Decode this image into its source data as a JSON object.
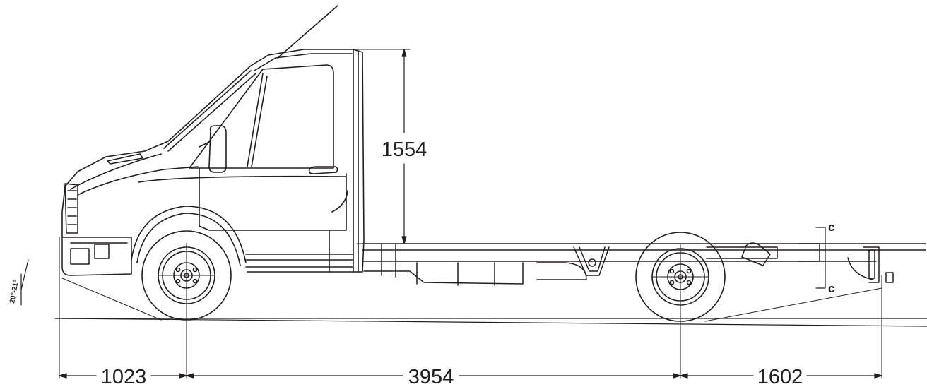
{
  "diagram": {
    "dimensions": {
      "front_overhang": "1023",
      "wheelbase": "3954",
      "rear_overhang": "1602",
      "cab_height": "1554"
    },
    "section_markers": {
      "upper": "c",
      "lower": "c"
    },
    "angle_left": "20°-21°",
    "colors": {
      "line": "#231f20",
      "background": "#ffffff"
    }
  }
}
